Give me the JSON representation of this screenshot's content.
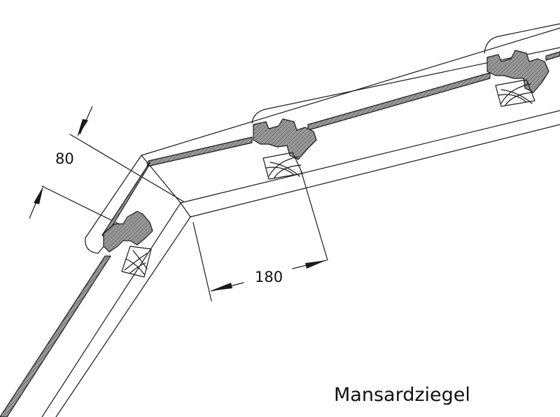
{
  "caption": "Mansardziegel",
  "dimensions": {
    "gap": "80",
    "batten_distance": "180"
  },
  "colors": {
    "line": "#1a1a1a",
    "tile_fill": "#8a8a8a",
    "background": "#ffffff"
  }
}
